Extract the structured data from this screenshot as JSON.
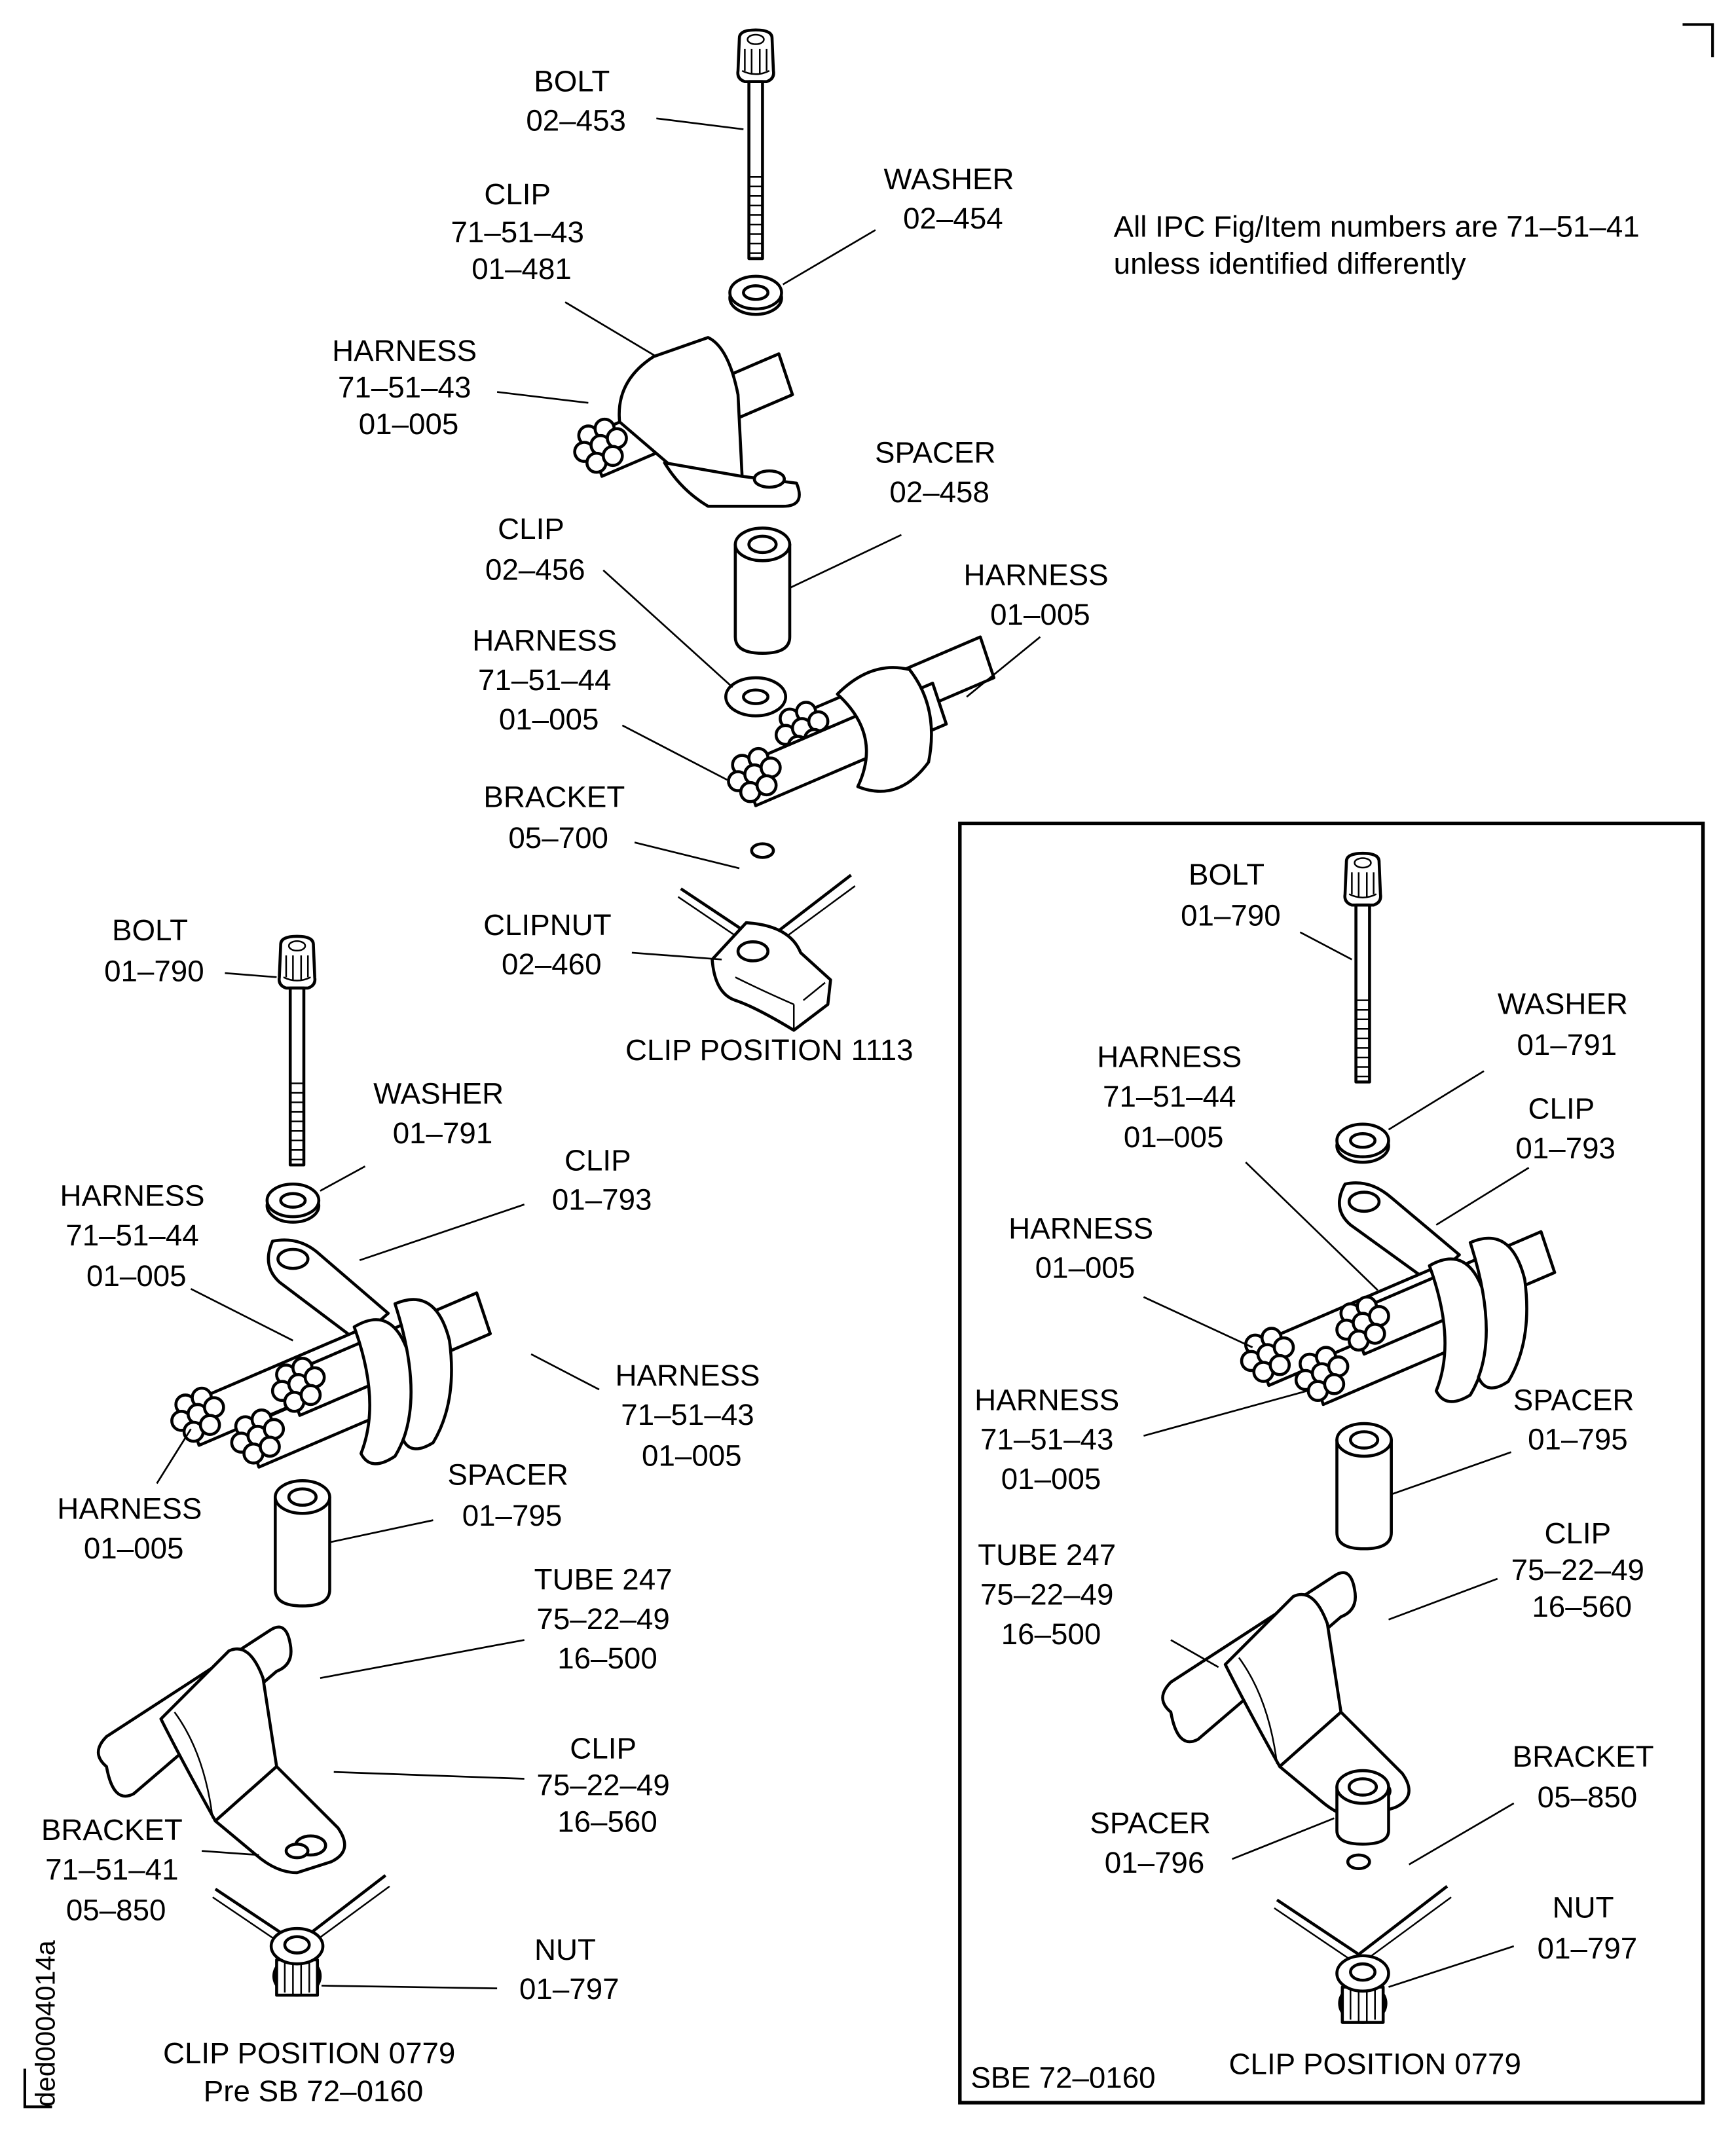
{
  "figure": {
    "note_line1": "All IPC Fig/Item numbers are 71–51–41",
    "note_line2": "unless identified differently",
    "drawing_id": "ded0004014a",
    "colors": {
      "ink": "#000000",
      "background": "#ffffff"
    }
  },
  "top_assembly": {
    "caption": "CLIP POSITION 1113",
    "callouts": [
      {
        "name": "BOLT",
        "lines": [
          "BOLT",
          "02–453"
        ]
      },
      {
        "name": "WASHER",
        "lines": [
          "WASHER",
          "02–454"
        ]
      },
      {
        "name": "CLIP",
        "lines": [
          "CLIP",
          "71–51–43",
          "01–481"
        ]
      },
      {
        "name": "HARNESS",
        "lines": [
          "HARNESS",
          "71–51–43",
          "01–005"
        ]
      },
      {
        "name": "SPACER",
        "lines": [
          "SPACER",
          "02–458"
        ]
      },
      {
        "name": "CLIP",
        "lines": [
          "CLIP",
          "02–456"
        ]
      },
      {
        "name": "HARNESS",
        "lines": [
          "HARNESS",
          "01–005"
        ]
      },
      {
        "name": "HARNESS",
        "lines": [
          "HARNESS",
          "71–51–44",
          "01–005"
        ]
      },
      {
        "name": "BRACKET",
        "lines": [
          "BRACKET",
          "05–700"
        ]
      },
      {
        "name": "CLIPNUT",
        "lines": [
          "CLIPNUT",
          "02–460"
        ]
      }
    ]
  },
  "left_assembly": {
    "caption_line1": "CLIP POSITION 0779",
    "caption_line2": "Pre SB 72–0160",
    "callouts": [
      {
        "name": "BOLT",
        "lines": [
          "BOLT",
          "01–790"
        ]
      },
      {
        "name": "WASHER",
        "lines": [
          "WASHER",
          "01–791"
        ]
      },
      {
        "name": "CLIP",
        "lines": [
          "CLIP",
          "01–793"
        ]
      },
      {
        "name": "HARNESS",
        "lines": [
          "HARNESS",
          "71–51–44",
          "01–005"
        ]
      },
      {
        "name": "HARNESS",
        "lines": [
          "HARNESS",
          "71–51–43",
          "01–005"
        ]
      },
      {
        "name": "HARNESS",
        "lines": [
          "HARNESS",
          "01–005"
        ]
      },
      {
        "name": "SPACER",
        "lines": [
          "SPACER",
          "01–795"
        ]
      },
      {
        "name": "TUBE",
        "lines": [
          "TUBE 247",
          "75–22–49",
          "16–500"
        ]
      },
      {
        "name": "CLIP",
        "lines": [
          "CLIP",
          "75–22–49",
          "16–560"
        ]
      },
      {
        "name": "BRACKET",
        "lines": [
          "BRACKET",
          "71–51–41",
          "05–850"
        ]
      },
      {
        "name": "NUT",
        "lines": [
          "NUT",
          "01–797"
        ]
      }
    ]
  },
  "right_assembly": {
    "caption": "CLIP POSITION 0779",
    "box_label": "SBE 72–0160",
    "callouts": [
      {
        "name": "BOLT",
        "lines": [
          "BOLT",
          "01–790"
        ]
      },
      {
        "name": "WASHER",
        "lines": [
          "WASHER",
          "01–791"
        ]
      },
      {
        "name": "HARNESS",
        "lines": [
          "HARNESS",
          "71–51–44",
          "01–005"
        ]
      },
      {
        "name": "CLIP",
        "lines": [
          "CLIP",
          "01–793"
        ]
      },
      {
        "name": "HARNESS",
        "lines": [
          "HARNESS",
          "01–005"
        ]
      },
      {
        "name": "HARNESS",
        "lines": [
          "HARNESS",
          "71–51–43",
          "01–005"
        ]
      },
      {
        "name": "SPACER",
        "lines": [
          "SPACER",
          "01–795"
        ]
      },
      {
        "name": "TUBE",
        "lines": [
          "TUBE 247",
          "75–22–49",
          "16–500"
        ]
      },
      {
        "name": "CLIP",
        "lines": [
          "CLIP",
          "75–22–49",
          "16–560"
        ]
      },
      {
        "name": "SPACER",
        "lines": [
          "SPACER",
          "01–796"
        ]
      },
      {
        "name": "BRACKET",
        "lines": [
          "BRACKET",
          "05–850"
        ]
      },
      {
        "name": "NUT",
        "lines": [
          "NUT",
          "01–797"
        ]
      }
    ]
  }
}
